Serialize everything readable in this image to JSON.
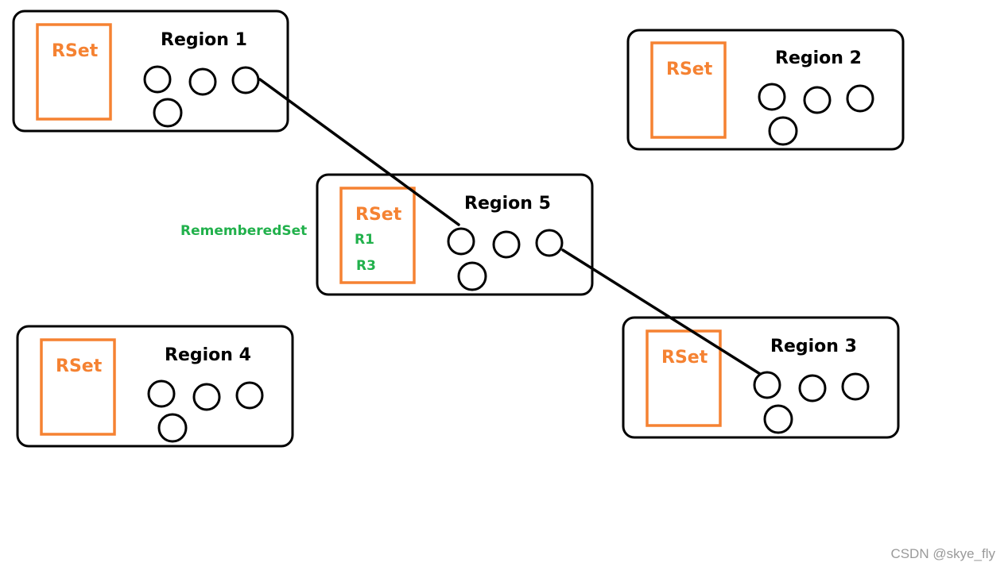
{
  "colors": {
    "outline": "#000000",
    "rset": "#f58232",
    "remembered": "#22b14c",
    "watermark": "#9a9a9a"
  },
  "regions": [
    {
      "title": "Region 1",
      "rset_label": "RSet"
    },
    {
      "title": "Region 2",
      "rset_label": "RSet"
    },
    {
      "title": "Region 5",
      "rset_label": "RSet",
      "rset_entries": [
        "R1",
        "R3"
      ]
    },
    {
      "title": "Region 4",
      "rset_label": "RSet"
    },
    {
      "title": "Region 3",
      "rset_label": "RSet"
    }
  ],
  "side_label": "RememberedSet",
  "watermark": "CSDN @skye_fly"
}
